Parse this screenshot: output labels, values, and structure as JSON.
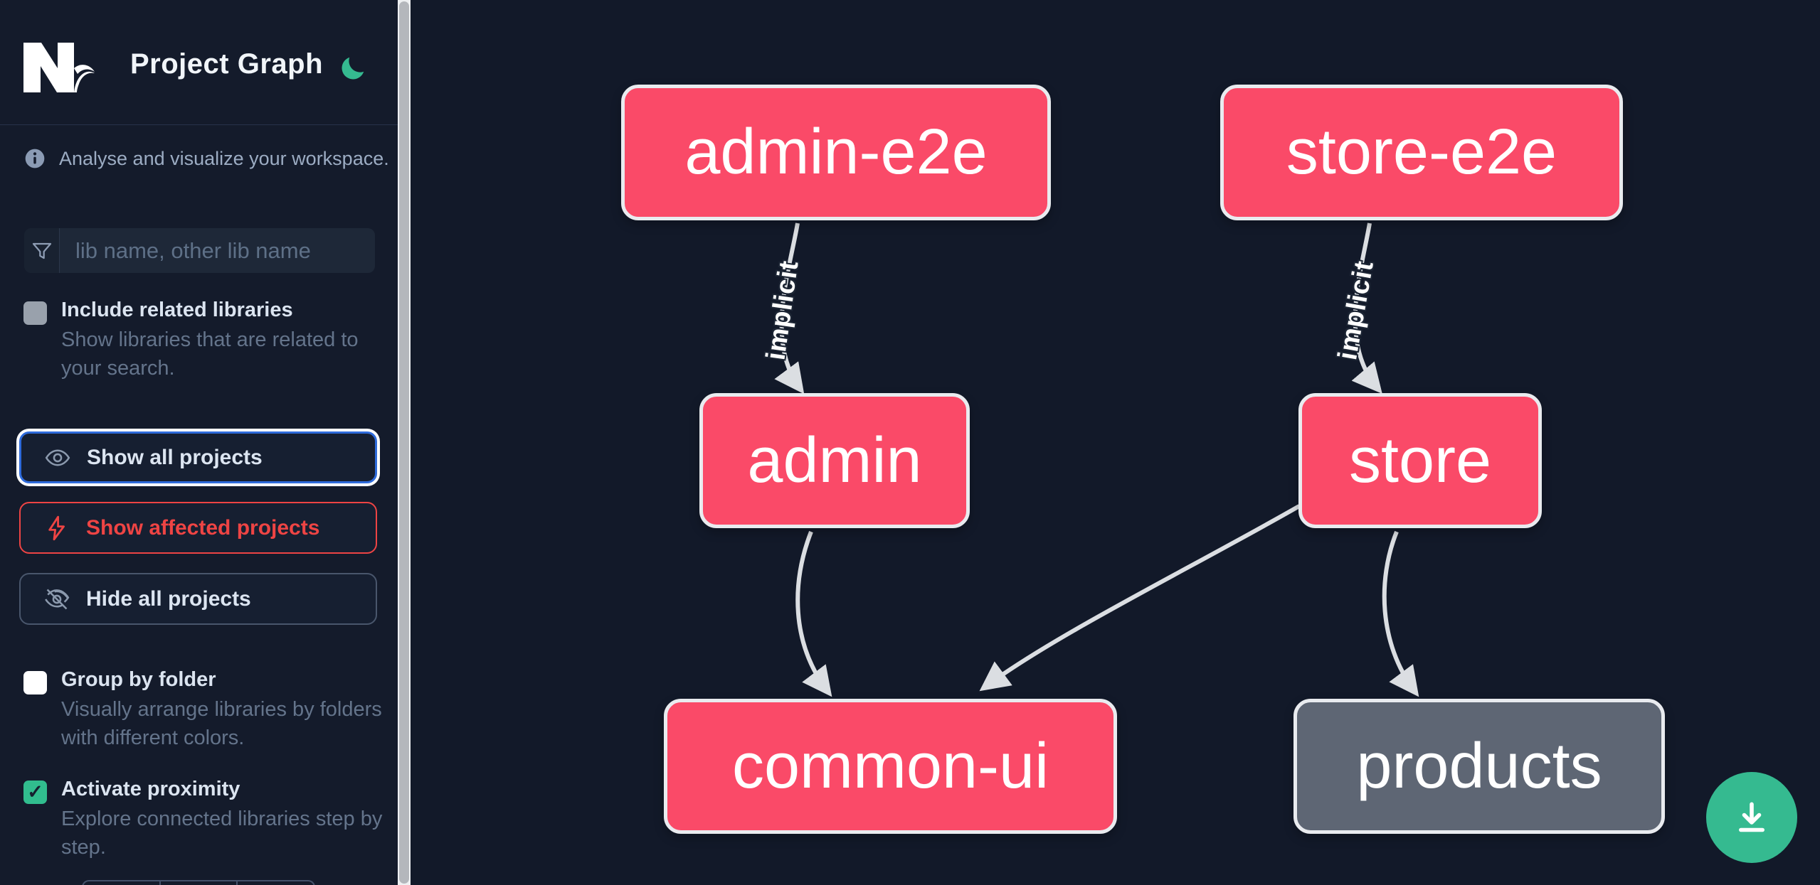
{
  "header": {
    "title": "Project Graph"
  },
  "sidebar": {
    "tagline": "Analyse and visualize your workspace.",
    "search_placeholder": "lib name, other lib name",
    "toggles": [
      {
        "label": "Include related libraries",
        "description": "Show libraries that are related to your search.",
        "checked": false
      },
      {
        "label": "Group by folder",
        "description": "Visually arrange libraries by folders with different colors.",
        "checked": false
      },
      {
        "label": "Activate proximity",
        "description": "Explore connected libraries step by step.",
        "checked": true
      }
    ],
    "buttons": [
      {
        "label": "Show all projects",
        "icon": "eye",
        "state": "focused"
      },
      {
        "label": "Show affected projects",
        "icon": "lightning-bolt",
        "state": "affected"
      },
      {
        "label": "Hide all projects",
        "icon": "eye-off",
        "state": "default"
      }
    ]
  },
  "graph": {
    "nodes": [
      {
        "id": "admin-e2e",
        "label": "admin-e2e",
        "color": "pink"
      },
      {
        "id": "store-e2e",
        "label": "store-e2e",
        "color": "pink"
      },
      {
        "id": "admin",
        "label": "admin",
        "color": "pink"
      },
      {
        "id": "store",
        "label": "store",
        "color": "pink"
      },
      {
        "id": "common-ui",
        "label": "common-ui",
        "color": "pink"
      },
      {
        "id": "products",
        "label": "products",
        "color": "gray"
      }
    ],
    "edges": [
      {
        "from": "admin-e2e",
        "to": "admin",
        "label": "implicit"
      },
      {
        "from": "store-e2e",
        "to": "store",
        "label": "implicit"
      },
      {
        "from": "admin",
        "to": "common-ui",
        "label": ""
      },
      {
        "from": "store",
        "to": "common-ui",
        "label": ""
      },
      {
        "from": "store",
        "to": "products",
        "label": ""
      }
    ]
  },
  "fab": {
    "icon": "download"
  },
  "colors": {
    "node_pink": "#fa4a68",
    "node_gray": "#5e6674",
    "accent_green": "#35ba90",
    "affected_red": "#ee4444",
    "focus_blue": "#2f6bdb",
    "edge_gray": "#dbdee2",
    "background": "#121929"
  }
}
